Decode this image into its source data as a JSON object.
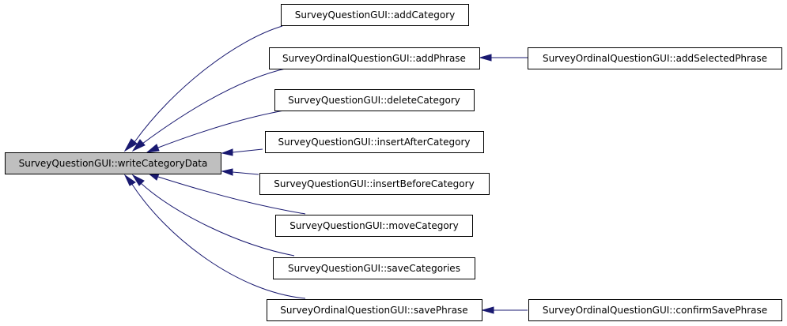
{
  "graph": {
    "root": "SurveyQuestionGUI::writeCategoryData",
    "callers": [
      "SurveyQuestionGUI::addCategory",
      "SurveyOrdinalQuestionGUI::addPhrase",
      "SurveyQuestionGUI::deleteCategory",
      "SurveyQuestionGUI::insertAfterCategory",
      "SurveyQuestionGUI::insertBeforeCategory",
      "SurveyQuestionGUI::moveCategory",
      "SurveyQuestionGUI::saveCategories",
      "SurveyOrdinalQuestionGUI::savePhrase"
    ],
    "secondary_callers": [
      "SurveyOrdinalQuestionGUI::addSelectedPhrase",
      "SurveyOrdinalQuestionGUI::confirmSavePhrase"
    ],
    "colors": {
      "edge": "#191970",
      "root_fill": "#bfbfbf",
      "node_fill": "#ffffff",
      "border": "#000000"
    }
  }
}
